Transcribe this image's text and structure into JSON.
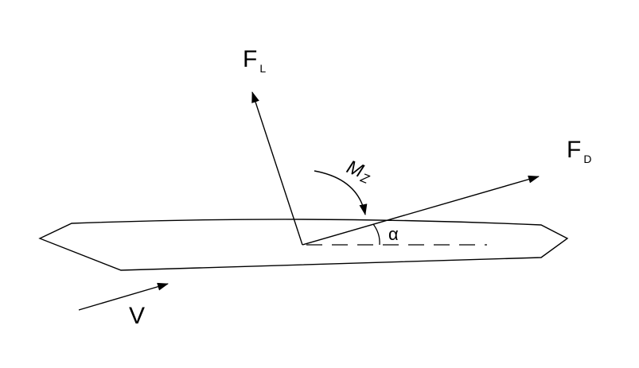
{
  "labels": {
    "lift": {
      "main": "F",
      "sub": "L"
    },
    "drag": {
      "main": "F",
      "sub": "D"
    },
    "moment": {
      "main": "M",
      "sub": "Z"
    },
    "angle": "α",
    "velocity": "V"
  },
  "colors": {
    "ink": "#000000",
    "background": "#ffffff"
  }
}
